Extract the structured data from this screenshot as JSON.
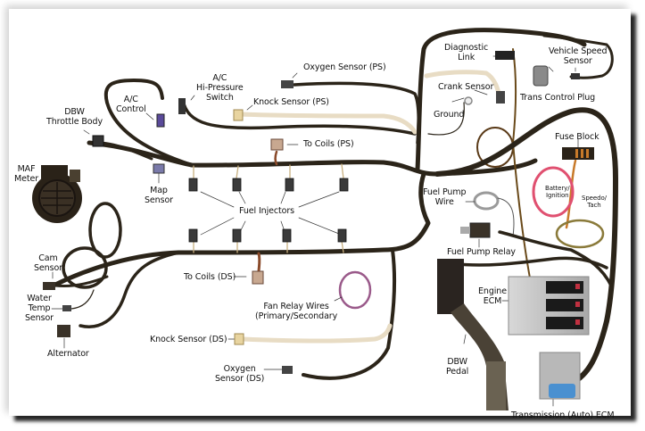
{
  "diagram": {
    "title": "Wiring Harness Component Layout",
    "colors": {
      "harness": "#2b2419",
      "harness_highlight": "#4a3f2c",
      "sleeve_light": "#e8dcc4",
      "connector_gray": "#8a8a8a",
      "relay_pink": "#e05070",
      "fan_purple": "#9a5a8a",
      "trans_blue": "#4a90d0",
      "ecm_silver": "#c8c8c8",
      "background": "#ffffff",
      "label_text": "#111111"
    },
    "labels": {
      "dbw_throttle_body": [
        "DBW",
        "Throttle Body"
      ],
      "ac_control": [
        "A/C",
        "Control"
      ],
      "ac_hi_pressure_switch": [
        "A/C",
        "Hi-Pressure",
        "Switch"
      ],
      "oxygen_sensor_ps": "Oxygen Sensor (PS)",
      "knock_sensor_ps": "Knock Sensor (PS)",
      "to_coils_ps": "To Coils (PS)",
      "maf_meter": [
        "MAF",
        "Meter"
      ],
      "map_sensor": [
        "Map",
        "Sensor"
      ],
      "fuel_injectors": "Fuel Injectors",
      "diagnostic_link": [
        "Diagnostic",
        "Link"
      ],
      "vehicle_speed_sensor": [
        "Vehicle Speed",
        "Sensor"
      ],
      "crank_sensor": "Crank Sensor",
      "trans_control_plug": "Trans Control Plug",
      "ground": "Ground",
      "fuse_block": "Fuse Block",
      "battery_ignition": [
        "Battery/",
        "Ignition"
      ],
      "speedo_tach": [
        "Speedo/",
        "Tach"
      ],
      "fuel_pump_wire": [
        "Fuel Pump",
        "Wire"
      ],
      "fuel_pump_relay": "Fuel Pump Relay",
      "cam_sensor": [
        "Cam",
        "Sensor"
      ],
      "water_temp_sensor": [
        "Water",
        "Temp",
        "Sensor"
      ],
      "alternator": "Alternator",
      "to_coils_ds": "To Coils (DS)",
      "fan_relay_wires": [
        "Fan Relay Wires",
        "(Primary/Secondary"
      ],
      "knock_sensor_ds": "Knock Sensor (DS)",
      "oxygen_sensor_ds": [
        "Oxygen",
        "Sensor (DS)"
      ],
      "engine_ecm": [
        "Engine",
        "ECM"
      ],
      "dbw_pedal": [
        "DBW",
        "Pedal"
      ],
      "transmission_ecm": "Transmission (Auto) ECM"
    }
  }
}
